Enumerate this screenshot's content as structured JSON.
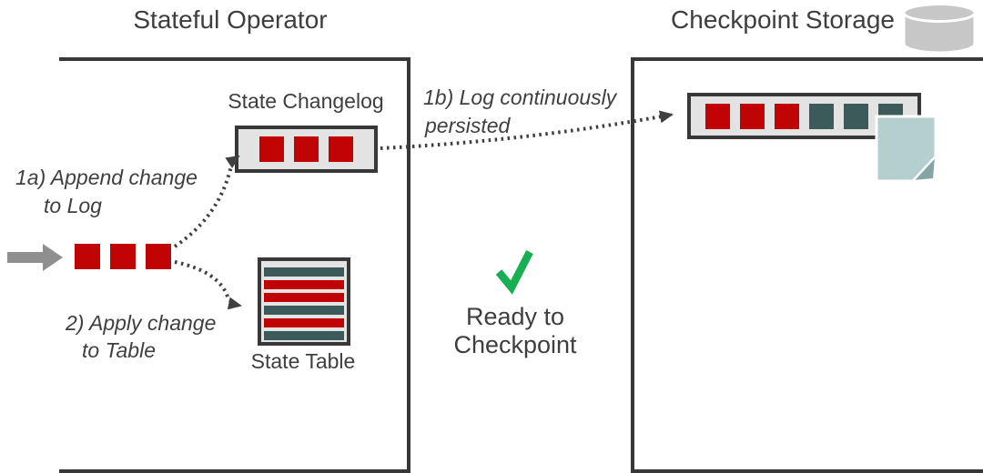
{
  "colors": {
    "text": "#3e3e3e",
    "outline": "#383838",
    "bar_fill": "#e3e3e3",
    "green_check": "#18ae52",
    "input_arrow": "#8f8f8f",
    "dotted_arrow": "#3f3f3f",
    "storage_cylinder": "#c7c7c7",
    "file_fill": "#b5cece",
    "file_fold": "#83a5a5",
    "cells": {
      "red": "#c00404",
      "teal": "#3d5a5a"
    }
  },
  "stateful_operator": {
    "title": "Stateful Operator",
    "state_changelog": {
      "label": "State Changelog",
      "cells": [
        "red",
        "red",
        "red"
      ]
    },
    "state_table": {
      "label": "State Table",
      "rows": [
        "teal",
        "red",
        "red",
        "teal",
        "red",
        "teal"
      ]
    },
    "input_cells": [
      "red",
      "red",
      "red"
    ],
    "step_1a": {
      "line1": "1a) Append change",
      "line2": "to Log"
    },
    "step_2": {
      "line1": "2) Apply change",
      "line2": "to Table"
    }
  },
  "transfer": {
    "step_1b": {
      "line1": "1b) Log continuously",
      "line2": "persisted"
    },
    "status": {
      "line1": "Ready to",
      "line2": "Checkpoint"
    }
  },
  "checkpoint_storage": {
    "title": "Checkpoint Storage",
    "persisted_log_cells": [
      "red",
      "red",
      "red",
      "teal",
      "teal",
      "teal"
    ]
  }
}
